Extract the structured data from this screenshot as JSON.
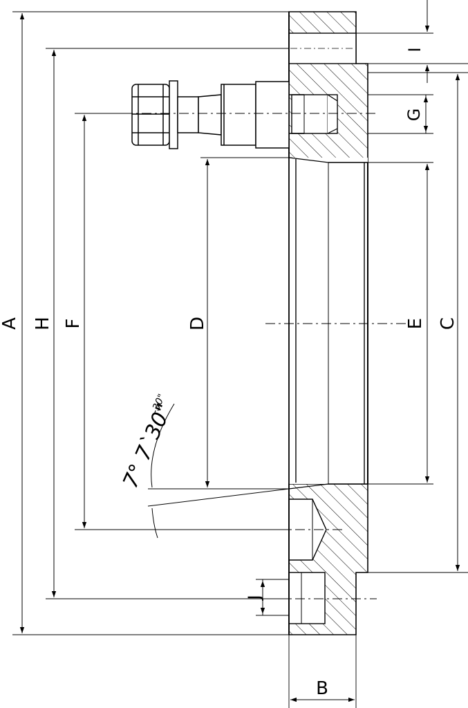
{
  "labels": {
    "A": "A",
    "B": "B",
    "C": "C",
    "D": "D",
    "E": "E",
    "F": "F",
    "G": "G",
    "H": "H",
    "I": "I",
    "J": "J"
  },
  "angle": {
    "main": "7° 7`30\"",
    "tolerance": "-30\""
  },
  "colors": {
    "line": "#000000",
    "background": "#ffffff"
  }
}
